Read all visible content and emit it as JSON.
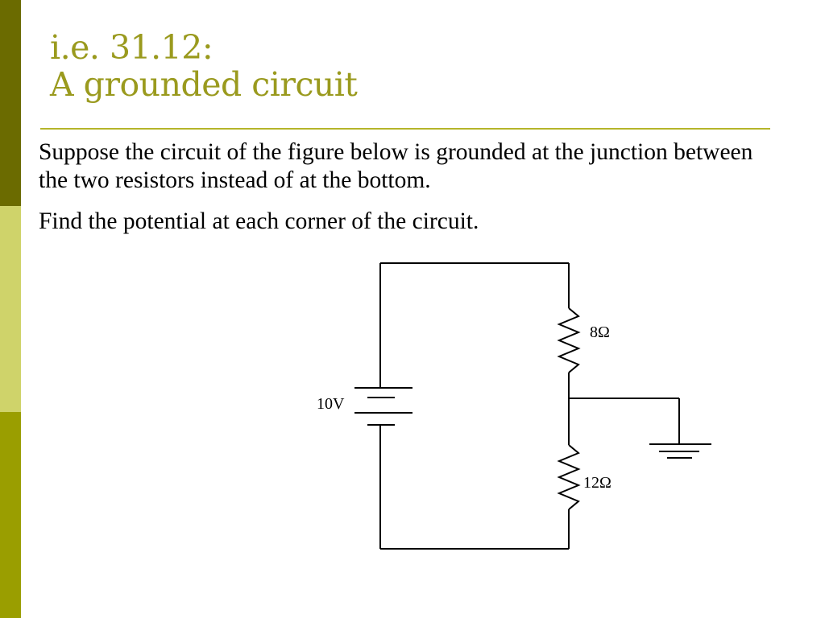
{
  "colors": {
    "sidebar_top": "#6b6b00",
    "sidebar_mid": "#cfd36a",
    "sidebar_bottom": "#9a9e00",
    "title": "#9a9a1e",
    "rule": "#b5b52a"
  },
  "slide": {
    "title_line1": "i.e. 31.12:",
    "title_line2": "A grounded circuit",
    "paragraph1": "Suppose the circuit of the figure below is grounded at the junction between the two resistors instead of at the bottom.",
    "paragraph2": "Find the potential at each corner of the circuit."
  },
  "circuit": {
    "battery_label": "10V",
    "resistor_top_label": "8Ω",
    "resistor_bottom_label": "12Ω"
  }
}
